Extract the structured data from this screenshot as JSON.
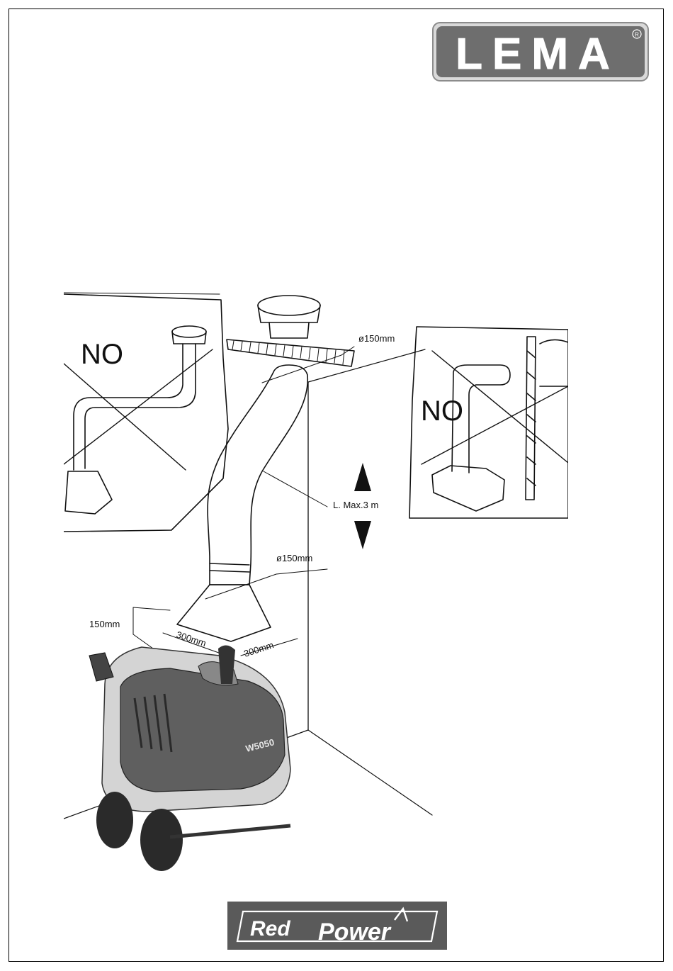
{
  "brand": {
    "logo_text": "LEMA",
    "registered_mark": "R",
    "footer_logo_word1": "Red",
    "footer_logo_word2": "Power"
  },
  "diagram": {
    "left_panel_label": "NO",
    "right_panel_label": "NO",
    "top_diameter_label": "ø150mm",
    "length_label": "L. Max.3 m",
    "bottom_diameter_label": "ø150mm",
    "clearance_label": "150mm",
    "hood_width_label": "300mm",
    "hood_depth_label": "300mm",
    "machine_model_label": "W5050"
  },
  "colors": {
    "logo_fill": "#6e6e6e",
    "footer_logo_fill": "#5a5a5a",
    "ink": "#111111"
  }
}
